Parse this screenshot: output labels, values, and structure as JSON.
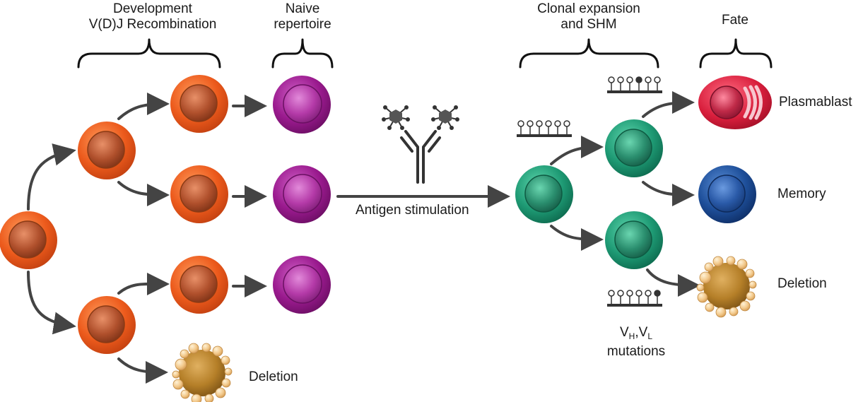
{
  "headers": {
    "development_line1": "Development",
    "development_line2": "V(D)J Recombination",
    "naive_line1": "Naive",
    "naive_line2": "repertoire",
    "clonal_line1": "Clonal expansion",
    "clonal_line2": "and SHM",
    "fate": "Fate"
  },
  "labels": {
    "antigen_stimulation": "Antigen stimulation",
    "deletion_left": "Deletion",
    "plasmablast": "Plasmablast",
    "memory": "Memory",
    "deletion_right": "Deletion",
    "mutations_v1": "V",
    "mutations_h": "H",
    "mutations_comma": ",",
    "mutations_v2": "V",
    "mutations_l": "L",
    "mutations_word": "mutations"
  },
  "colors": {
    "developing_cell": "#e8541c",
    "naive_cell": "#9a1a8e",
    "expanding_cell": "#1e9a74",
    "plasmablast": "#d81e3c",
    "memory_cell": "#1e4f9a",
    "apoptotic_cell": "#b57f28",
    "arrow": "#444444"
  }
}
